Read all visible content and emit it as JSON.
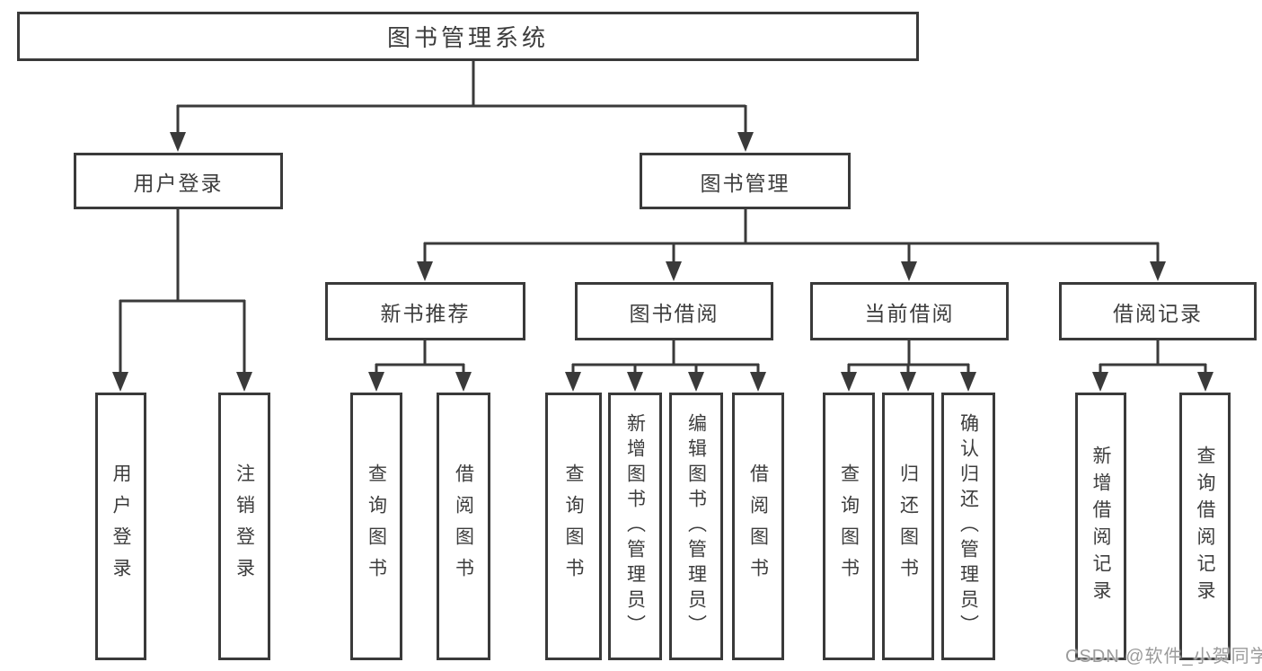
{
  "page": {
    "line_color": "#3a3a3a",
    "box_background": "#ffffff",
    "text_color": "#3d3d3d",
    "watermark_color": "#9b9b9b"
  },
  "tree": {
    "root": {
      "label": "图书管理系统"
    },
    "branches": [
      {
        "label": "用户登录",
        "children": [
          {
            "label": "用户登录"
          },
          {
            "label": "注销登录"
          }
        ]
      },
      {
        "label": "图书管理",
        "children": [
          {
            "label": "新书推荐",
            "children": [
              {
                "label": "查询图书"
              },
              {
                "label": "借阅图书"
              }
            ]
          },
          {
            "label": "图书借阅",
            "children": [
              {
                "label": "查询图书"
              },
              {
                "label": "新增图书（管理员）"
              },
              {
                "label": "编辑图书（管理员）"
              },
              {
                "label": "借阅图书"
              }
            ]
          },
          {
            "label": "当前借阅",
            "children": [
              {
                "label": "查询图书"
              },
              {
                "label": "归还图书"
              },
              {
                "label": "确认归还（管理员）"
              }
            ]
          },
          {
            "label": "借阅记录",
            "children": [
              {
                "label": "新增借阅记录"
              },
              {
                "label": "查询借阅记录"
              }
            ]
          }
        ]
      }
    ]
  },
  "watermark": {
    "text": "CSDN @软件_小贺同学"
  }
}
